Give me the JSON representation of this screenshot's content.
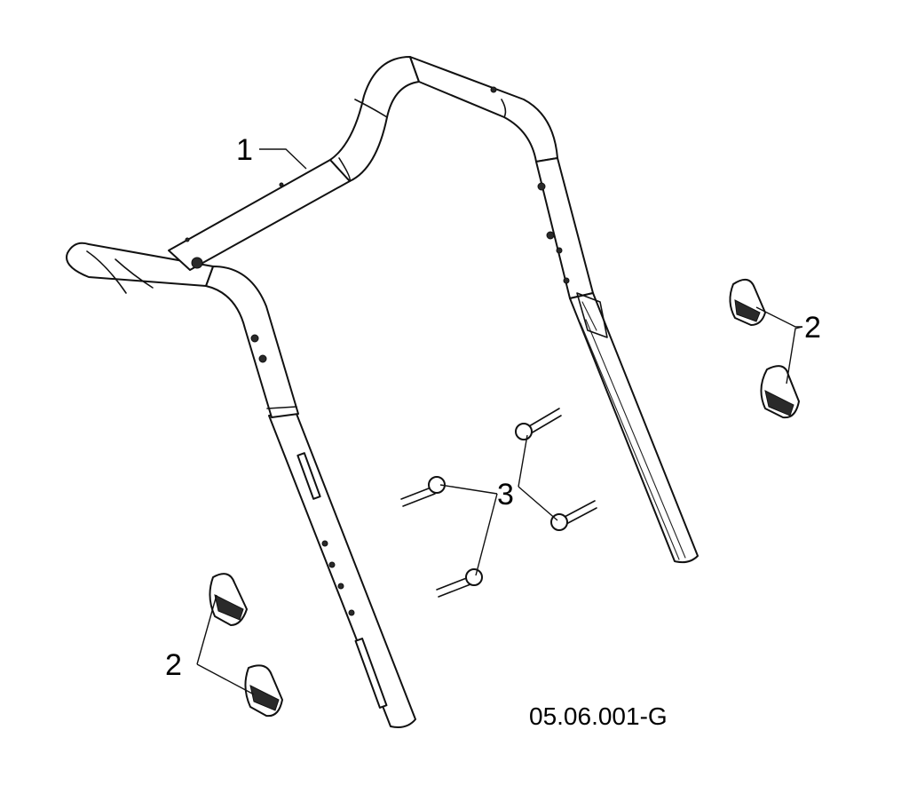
{
  "diagram": {
    "callouts": {
      "handle": "1",
      "knob_right": "2",
      "knob_left": "2",
      "bolts": "3"
    },
    "figure_id": "05.06.001-G",
    "colors": {
      "line": "#111111",
      "background": "#ffffff"
    }
  }
}
